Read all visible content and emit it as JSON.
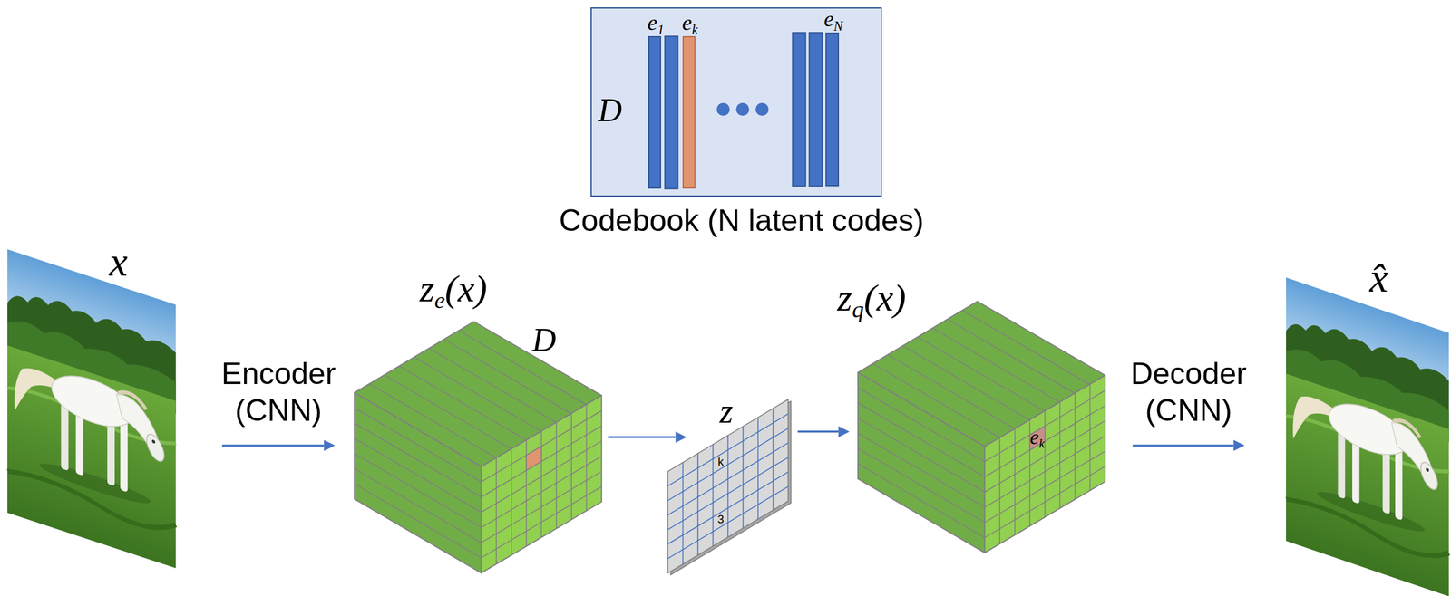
{
  "diagram": {
    "nodes": [
      {
        "text": [
          "D",
          "Codebook (N latent codes)"
        ]
      },
      {
        "text": [
          "e1"
        ],
        "in": 0
      },
      {
        "text": [
          "ek"
        ],
        "in": 0
      },
      {
        "text": [
          "eN"
        ],
        "in": 0
      },
      {
        "text": [
          "x"
        ]
      },
      {
        "text": [
          "ze(x)",
          "D"
        ]
      },
      {
        "text": [
          "z",
          "k",
          "3"
        ]
      },
      {
        "text": [
          "zq(x)",
          "ek"
        ]
      },
      {
        "text": [
          "x̂"
        ]
      }
    ],
    "edges": [
      {
        "from": 4,
        "to": 5,
        "arrow": "to",
        "label": "Encoder (CNN)"
      },
      {
        "from": 5,
        "to": 6,
        "arrow": "to"
      },
      {
        "from": 6,
        "to": 7,
        "arrow": "to"
      },
      {
        "from": 7,
        "to": 8,
        "arrow": "to",
        "label": "Decoder (CNN)"
      }
    ]
  }
}
